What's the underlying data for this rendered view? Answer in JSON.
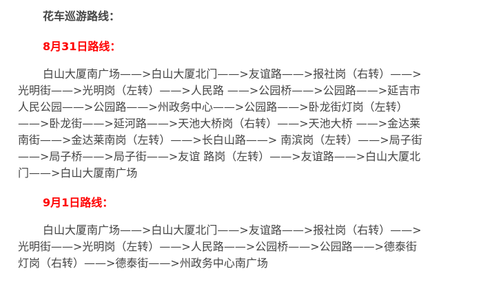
{
  "title": "花车巡游路线：",
  "routes": [
    {
      "heading": "8月31日路线：",
      "lines": [
        "白山大厦南广场——>白山大厦北门——>友谊路——>报社岗（右转）——>",
        "光明街——>光明岗（左转）——>人民路 ——>公园桥——>公园路——>延吉市",
        "人民公园——>公园路——>州政务中心——>公园路——>卧龙街灯岗（左转）",
        "——>卧龙街——>延河路——>天池大桥岗（右转）——>天池大桥 ——>金达莱",
        "南街——>金达莱南岗（左转）——>长白山路——> 南滨岗（左转）——>局子街",
        "——>局子桥——>局子街——>友谊 路岗（左转）——>友谊路——>白山大厦北",
        "门——>白山大厦南广场"
      ]
    },
    {
      "heading": "9月1日路线：",
      "lines": [
        "白山大厦南广场——>白山大厦北门——>友谊路——>报社岗（右转）——>",
        "光明街——>光明岗（左转）——>人民路——>公园桥——>公园路——>德泰街",
        "灯岗（右转）——>德泰街——>州政务中心南广场"
      ]
    }
  ]
}
